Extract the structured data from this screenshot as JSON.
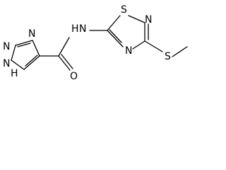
{
  "labels": {
    "triazole_n_top": "N",
    "triazole_n_left1": "N",
    "triazole_n_left2": "N",
    "triazole_nh_h": "H",
    "amide_nh_n": "N",
    "amide_nh_h": "H",
    "carbonyl_o": "O",
    "thiadiazole_s": "S",
    "thiadiazole_n_right": "N",
    "thiadiazole_n_bottom": "N",
    "thioether_s": "S"
  }
}
